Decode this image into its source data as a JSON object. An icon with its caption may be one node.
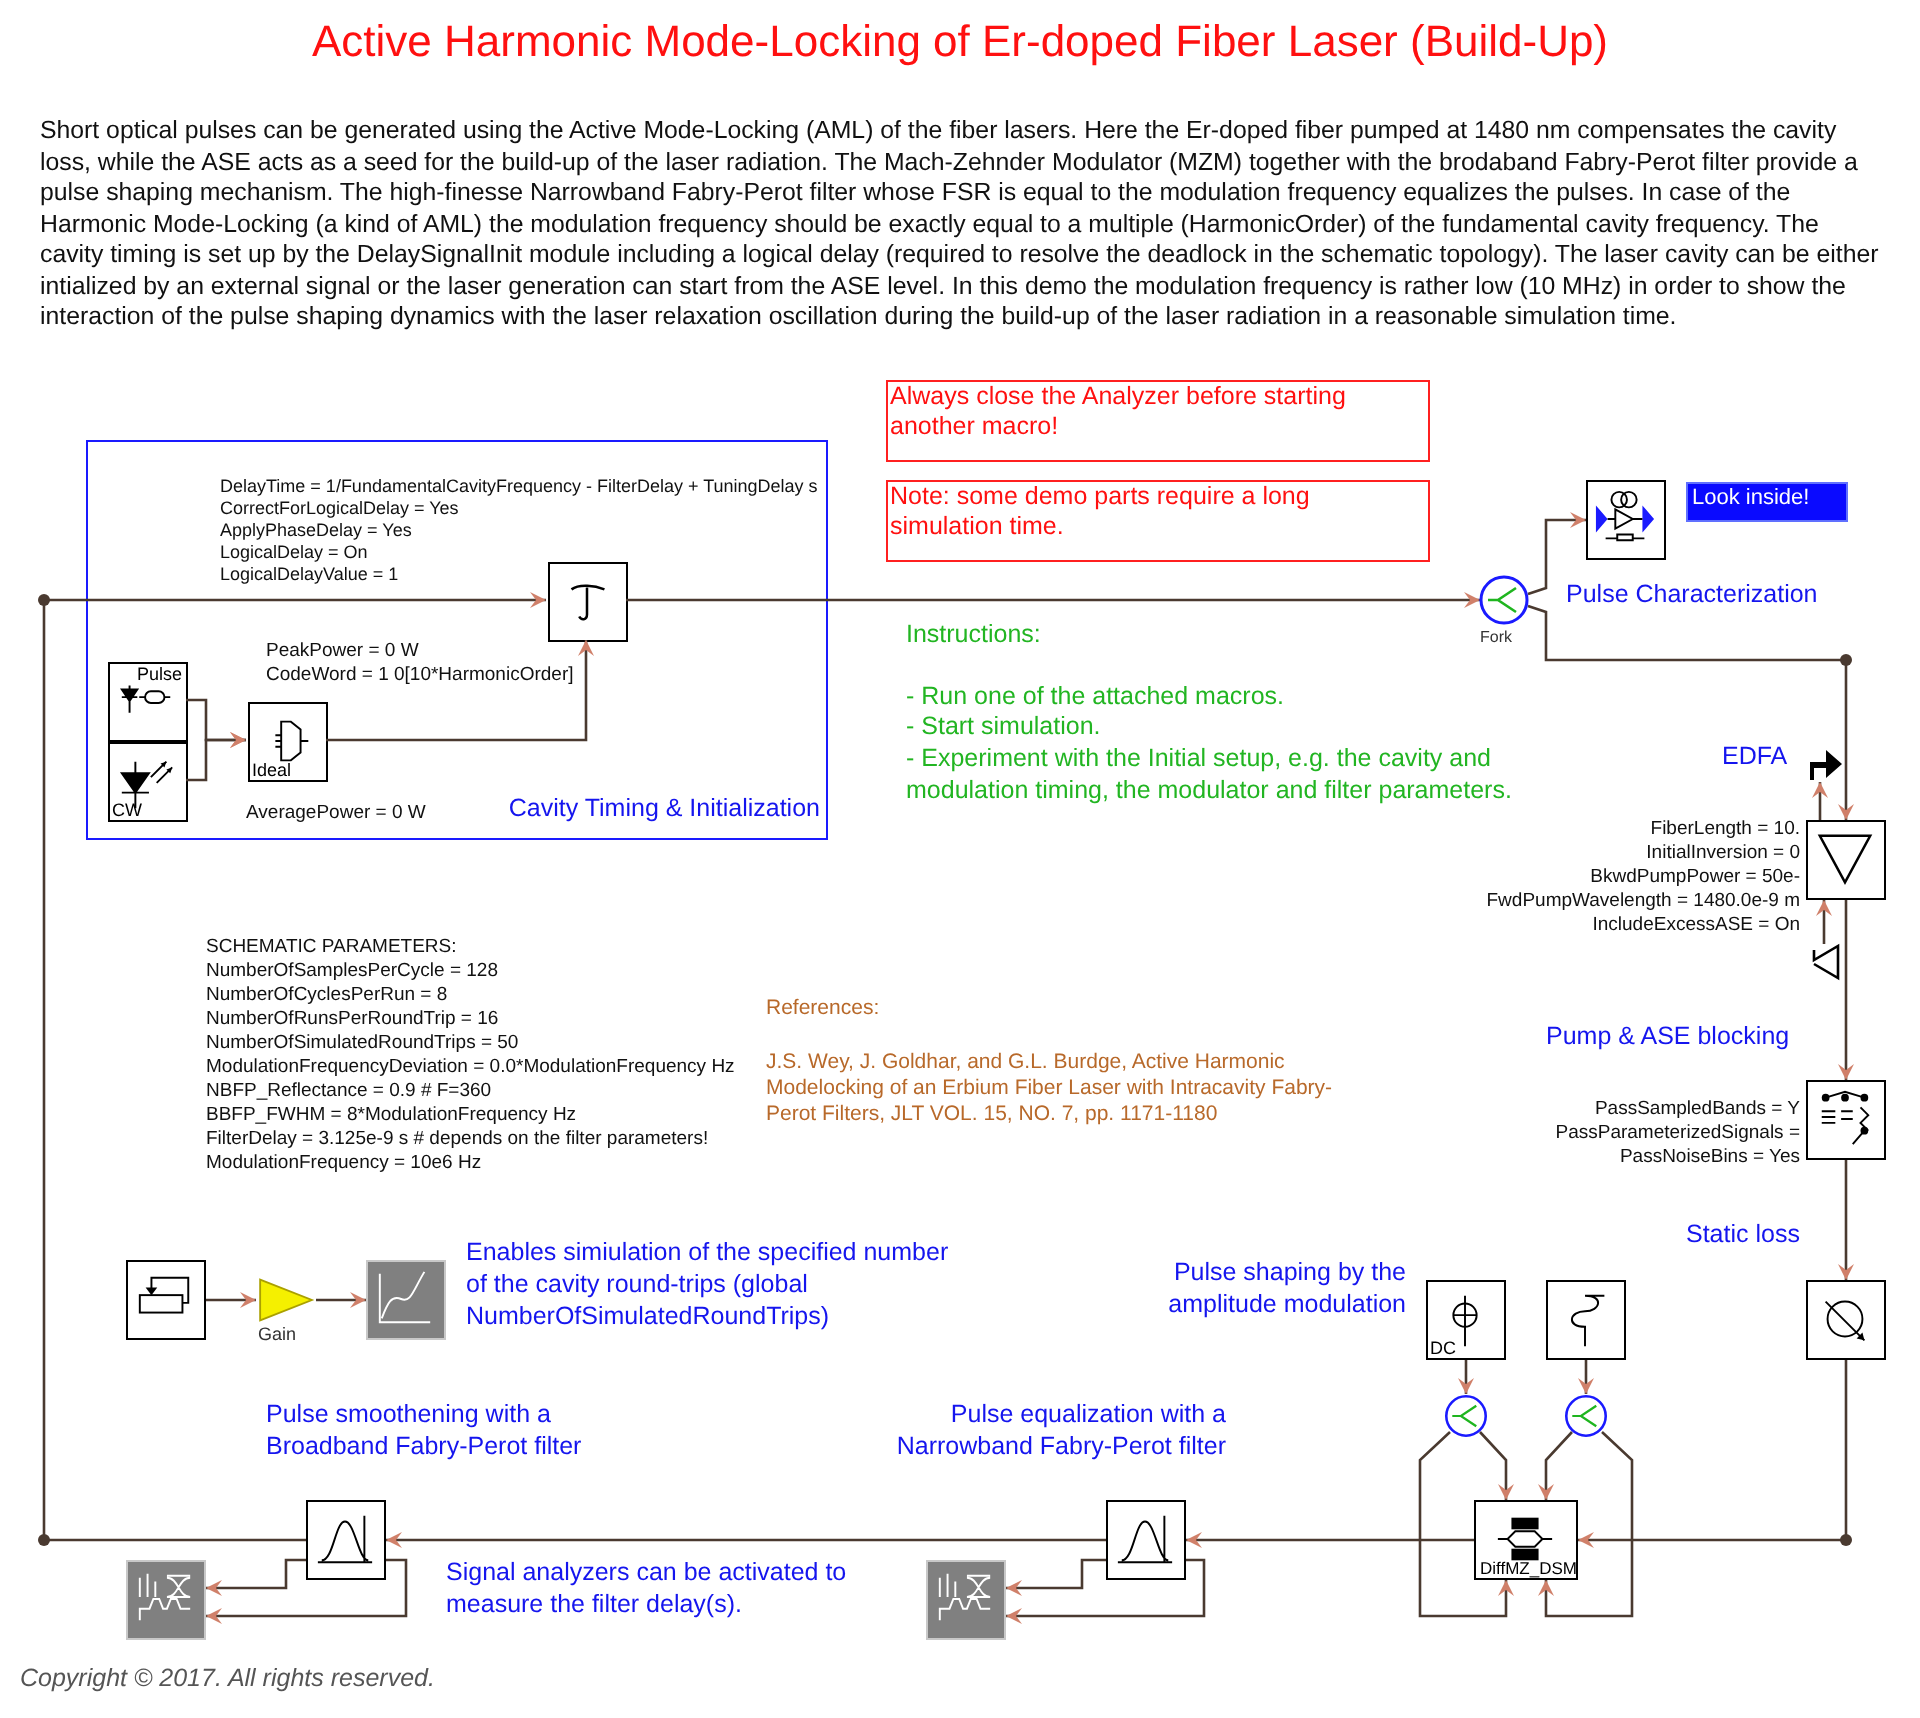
{
  "diagram": {
    "title": "Active Harmonic Mode-Locking of Er-doped Fiber Laser (Build-Up)",
    "caption": "Copyright © 2017. All rights reserved.",
    "nodes": [
      {
        "text": [
          "Cavity Timing & Initialization"
        ]
      },
      {
        "text": [
          "Pulse"
        ],
        "in": 0
      },
      {
        "text": [
          "CW"
        ],
        "in": 0
      },
      {
        "text": [
          "Ideal"
        ],
        "in": 0,
        "beside": [
          "PeakPower = 0 W",
          "CodeWord = 1 0[10*HarmonicOrder]",
          "AveragePower = 0 W"
        ]
      },
      {
        "text": [],
        "shape": "box",
        "in": 0,
        "beside": [
          "DelayTime = 1/FundamentalCavityFrequency - FilterDelay + TuningDelay s",
          "CorrectForLogicalDelay = Yes",
          "ApplyPhaseDelay = Yes",
          "LogicalDelay = On",
          "LogicalDelayValue = 1"
        ]
      },
      {
        "text": [
          "Fork"
        ]
      },
      {
        "text": [],
        "shape": "box",
        "beside": [
          "Pulse Characterization"
        ]
      },
      {
        "text": [
          "Look inside!"
        ]
      },
      {
        "text": [],
        "shape": "box",
        "beside": [
          "FiberLength = 10.",
          "InitialInversion = 0",
          "BkwdPumpPower = 50e-",
          "FwdPumpWavelength = 1480.0e-9 m",
          "IncludeExcessASE = On"
        ]
      },
      {
        "text": [],
        "shape": "flag"
      },
      {
        "text": [],
        "shape": "triangle"
      },
      {
        "text": [],
        "shape": "box",
        "beside": [
          "Pump & ASE blocking",
          "PassSampledBands = Y",
          "PassParameterizedSignals =",
          "PassNoiseBins = Yes"
        ]
      },
      {
        "text": [],
        "shape": "box",
        "beside": [
          "Static loss"
        ]
      },
      {
        "text": [
          "DC"
        ]
      },
      {
        "text": [],
        "shape": "box"
      },
      {
        "text": [],
        "shape": "circle"
      },
      {
        "text": [],
        "shape": "circle"
      },
      {
        "text": [
          "DiffMZ_DSM"
        ]
      },
      {
        "text": [],
        "shape": "box",
        "beside": [
          "Pulse equalization with a Narrowband Fabry-Perot filter"
        ]
      },
      {
        "text": [],
        "shape": "box"
      },
      {
        "text": [],
        "shape": "box",
        "beside": [
          "Pulse smoothening with a Broadband Fabry-Perot filter"
        ]
      },
      {
        "text": [],
        "shape": "box"
      },
      {
        "text": [],
        "shape": "box"
      },
      {
        "text": [
          "Gain"
        ]
      },
      {
        "text": [],
        "shape": "box"
      },
      {
        "text": [
          "Always close the Analyzer before starting another macro!"
        ]
      },
      {
        "text": [
          "Note: some demo parts require a long simulation time."
        ]
      }
    ],
    "edges": [
      {
        "from": 1,
        "to": 3,
        "arrow": "to"
      },
      {
        "from": 2,
        "to": 3,
        "arrow": "to"
      },
      {
        "from": 3,
        "to": 4,
        "arrow": "to"
      },
      {
        "from": 20,
        "to": 4,
        "arrow": "to"
      },
      {
        "from": 4,
        "to": 5,
        "arrow": "to"
      },
      {
        "from": 5,
        "to": 6,
        "arrow": "to"
      },
      {
        "from": 5,
        "to": 8,
        "arrow": "to"
      },
      {
        "from": 8,
        "to": 9,
        "arrow": "to"
      },
      {
        "from": 10,
        "to": 8,
        "arrow": "to"
      },
      {
        "from": 8,
        "to": 11,
        "arrow": "to"
      },
      {
        "from": 11,
        "to": 12,
        "arrow": "to"
      },
      {
        "from": 12,
        "to": 17,
        "arrow": "to"
      },
      {
        "from": 13,
        "to": 15,
        "arrow": "to"
      },
      {
        "from": 14,
        "to": 16,
        "arrow": "to"
      },
      {
        "from": 15,
        "to": 17,
        "arrow": "to"
      },
      {
        "from": 15,
        "to": 17,
        "arrow": "to"
      },
      {
        "from": 16,
        "to": 17,
        "arrow": "to"
      },
      {
        "from": 16,
        "to": 17,
        "arrow": "to"
      },
      {
        "from": 17,
        "to": 18,
        "arrow": "to"
      },
      {
        "from": 18,
        "to": 20,
        "arrow": "to"
      },
      {
        "from": 18,
        "to": 19,
        "arrow": "to"
      },
      {
        "from": 18,
        "to": 19,
        "arrow": "to"
      },
      {
        "from": 20,
        "to": 21,
        "arrow": "to"
      },
      {
        "from": 20,
        "to": 21,
        "arrow": "to"
      },
      {
        "from": 22,
        "to": 23,
        "arrow": "to"
      },
      {
        "from": 23,
        "to": 24,
        "arrow": "to"
      }
    ],
    "labels": [
      "Short optical pulses can be generated using the Active Mode-Locking (AML) of the fiber lasers. Here the Er-doped fiber pumped at 1480 nm compensates the cavity loss, while the ASE acts as a seed for the build-up of the laser radiation. The Mach-Zehnder Modulator (MZM) together with the brodaband Fabry-Perot filter provide a pulse shaping mechanism. The high-finesse Narrowband Fabry-Perot filter whose FSR is equal to the modulation frequency equalizes the pulses. In case of the Harmonic Mode-Locking (a kind of AML) the modulation frequency should be exactly equal to a multiple (HarmonicOrder) of the fundamental cavity frequency. The cavity timing is set up by the DelaySignalInit module including a logical delay (required to resolve the deadlock in the schematic topology). The laser cavity can be either intialized by an external signal or the laser generation can start from the ASE level. In this demo the modulation frequency is rather low (10 MHz) in order to show the interaction of the pulse shaping dynamics with the laser relaxation oscillation during the build-up of the laser radiation in a reasonable simulation time.",
      "Instructions:",
      "- Run one of the attached macros.",
      "- Start simulation.",
      "- Experiment with the Initial setup, e.g. the cavity and modulation timing, the modulator and filter parameters.",
      "SCHEMATIC PARAMETERS:",
      "NumberOfSamplesPerCycle = 128",
      "NumberOfCyclesPerRun = 8",
      "NumberOfRunsPerRoundTrip = 16",
      "NumberOfSimulatedRoundTrips = 50",
      "ModulationFrequencyDeviation = 0.0*ModulationFrequency Hz",
      "NBFP_Reflectance = 0.9 # F=360",
      "BBFP_FWHM = 8*ModulationFrequency Hz",
      "FilterDelay = 3.125e-9 s # depends on the filter parameters!",
      "ModulationFrequency = 10e6 Hz",
      "References:",
      "J.S. Wey, J. Goldhar, and G.L. Burdge, Active Harmonic Modelocking of an Erbium Fiber Laser with Intracavity Fabry-Perot Filters, JLT VOL. 15, NO. 7, pp. 1171-1180",
      "Enables simiulation of the specified number of the cavity round-trips (global NumberOfSimulatedRoundTrips)",
      "Pulse shaping by the amplitude modulation",
      "Signal analyzers can be activated to measure the filter delay(s).",
      "EDFA"
    ]
  }
}
